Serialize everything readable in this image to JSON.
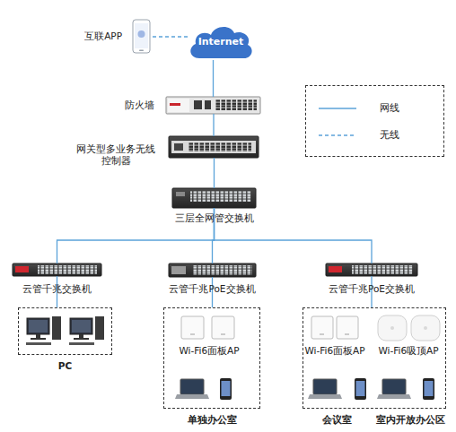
{
  "diagram": {
    "nodes": [
      {
        "text": [
          "互联APP"
        ]
      },
      {
        "text": [
          "Internet"
        ]
      },
      {
        "text": [
          "防火墙"
        ]
      },
      {
        "text": [
          "网关型多业务无线 控制器"
        ]
      },
      {
        "text": [
          "三层全网管交换机"
        ]
      },
      {
        "text": [
          "云管千兆交换机"
        ]
      },
      {
        "text": [
          "云管千兆PoE交换机"
        ]
      },
      {
        "text": [
          "云管千兆PoE交换机"
        ]
      },
      {
        "text": [
          "PC"
        ]
      },
      {
        "text": [
          "单独办公室"
        ]
      },
      {
        "text": [
          "Wi-Fi6面板AP"
        ],
        "in": 9
      },
      {
        "text": [
          "会议室",
          "室内开放办公区"
        ]
      },
      {
        "text": [
          "Wi-Fi6面板AP"
        ],
        "in": 11
      },
      {
        "text": [
          "Wi-Fi6吸顶AP"
        ],
        "in": 11
      }
    ],
    "edges": [
      {
        "from": 0,
        "to": 1,
        "arrow": "none"
      },
      {
        "from": 1,
        "to": 2,
        "arrow": "none"
      },
      {
        "from": 2,
        "to": 3,
        "arrow": "none"
      },
      {
        "from": 3,
        "to": 4,
        "arrow": "none"
      },
      {
        "from": 4,
        "to": 5,
        "arrow": "none"
      },
      {
        "from": 4,
        "to": 6,
        "arrow": "none"
      },
      {
        "from": 4,
        "to": 7,
        "arrow": "none"
      },
      {
        "from": 5,
        "to": 8,
        "arrow": "none"
      },
      {
        "from": 6,
        "to": 9,
        "arrow": "none"
      },
      {
        "from": 7,
        "to": 11,
        "arrow": "none"
      }
    ],
    "legend": [
      {
        "text": "网线"
      },
      {
        "text": "无线"
      }
    ]
  }
}
